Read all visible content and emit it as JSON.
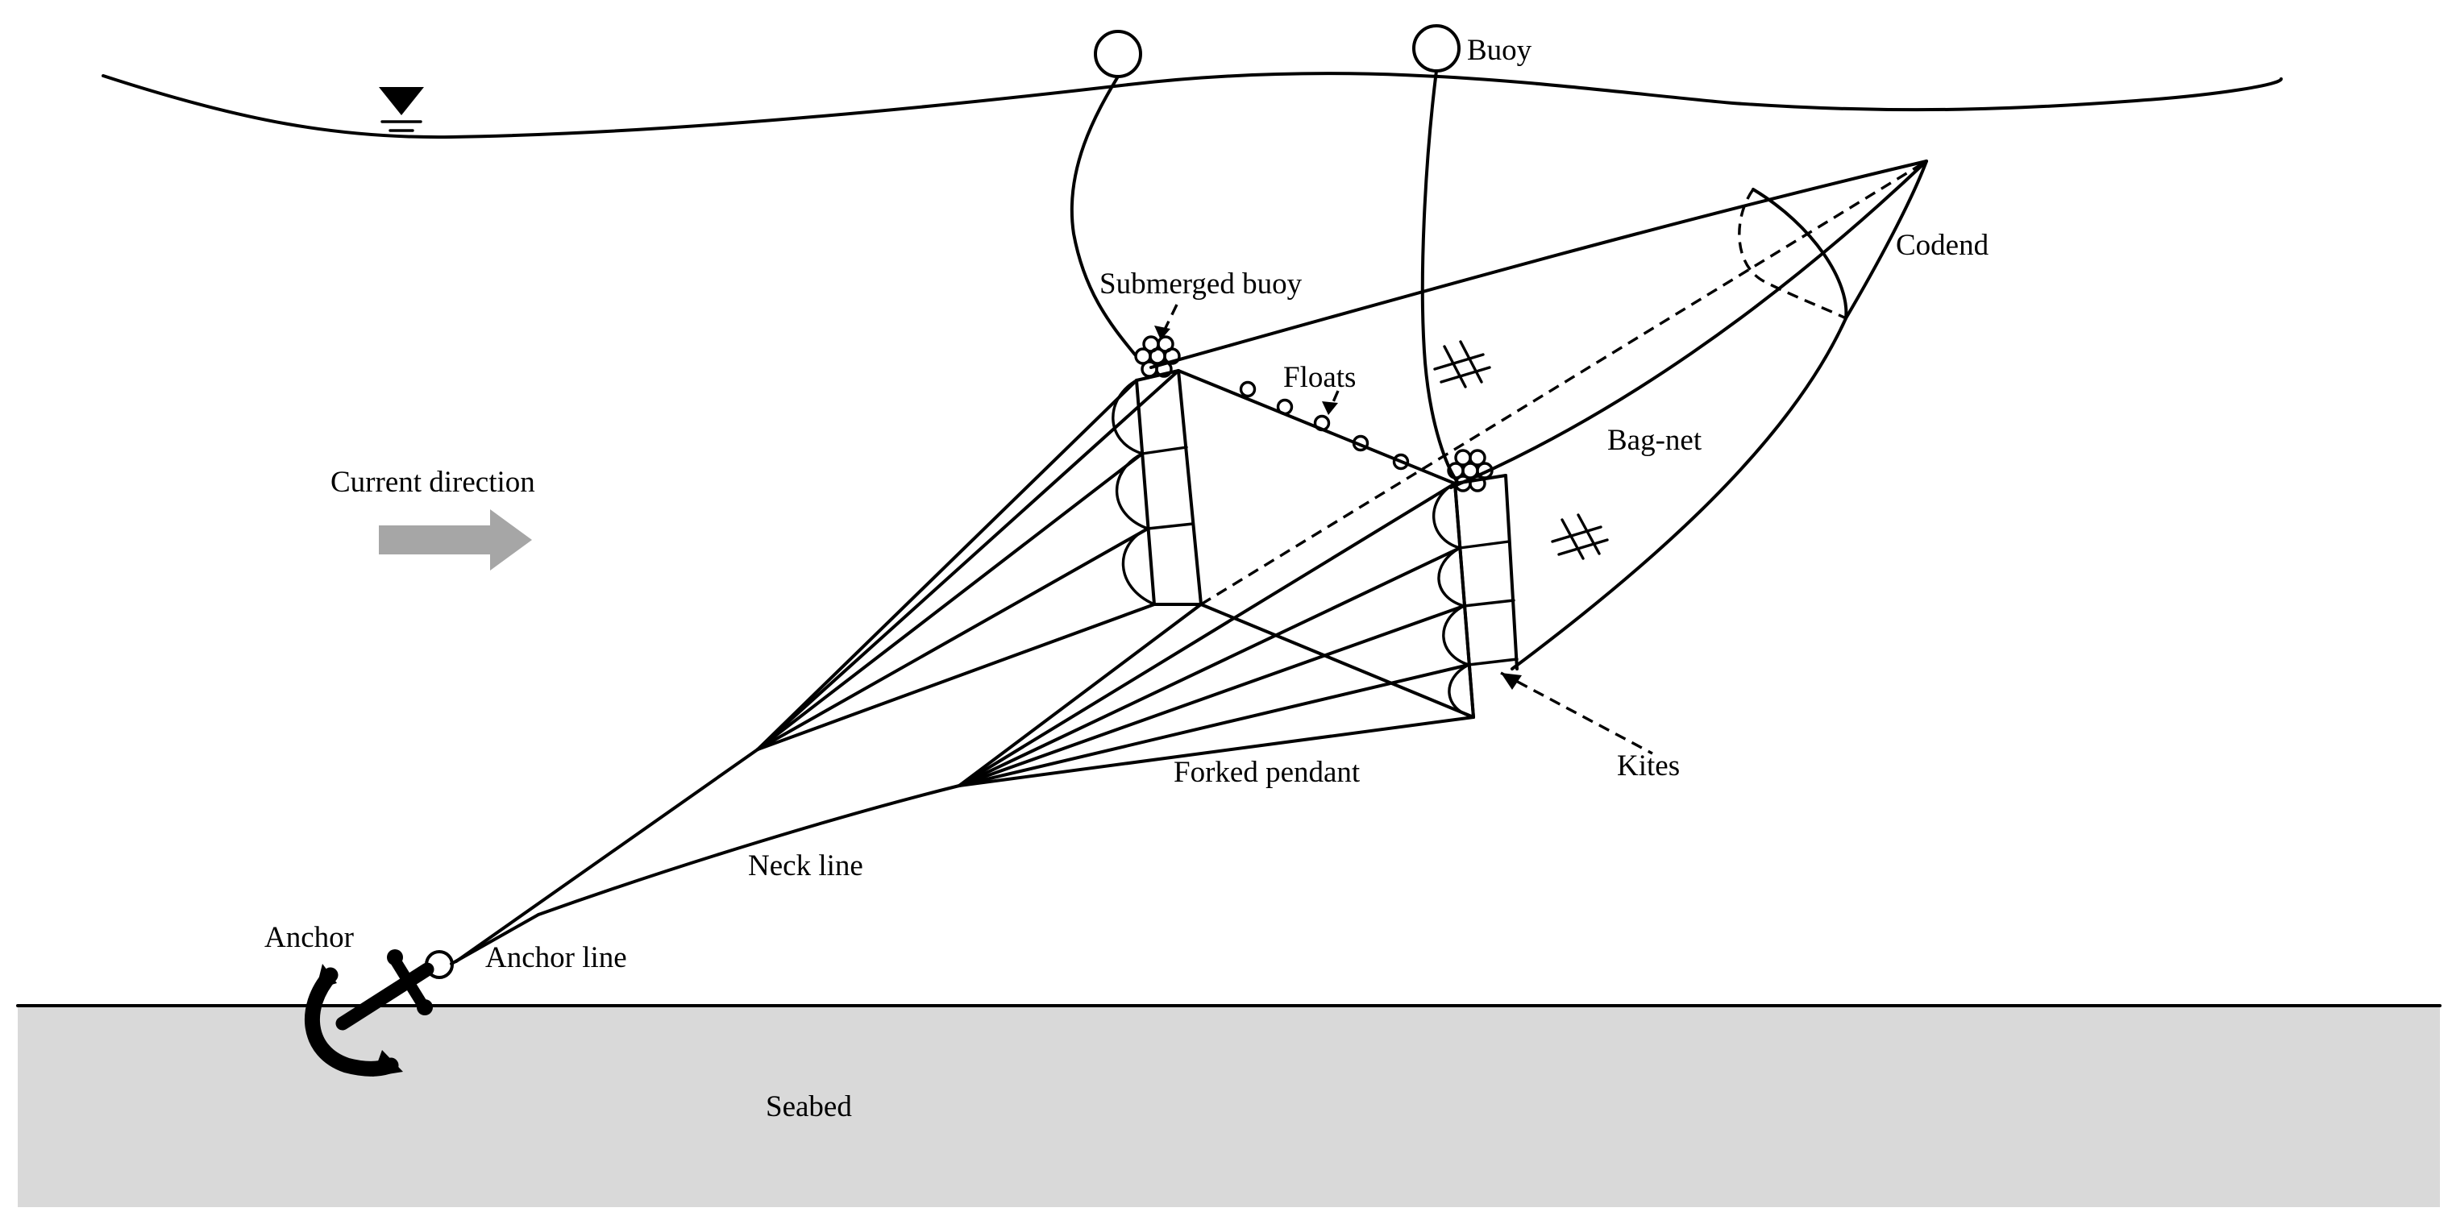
{
  "labels": {
    "buoy": "Buoy",
    "codend": "Codend",
    "submerged_buoy": "Submerged buoy",
    "floats": "Floats",
    "bag_net": "Bag-net",
    "current_direction": "Current direction",
    "kites": "Kites",
    "forked_pendant": "Forked pendant",
    "neck_line": "Neck line",
    "anchor": "Anchor",
    "anchor_line": "Anchor line",
    "seabed": "Seabed"
  },
  "colors": {
    "line": "#000000",
    "seabed_fill": "#d9d9d9",
    "current_arrow": "#a6a6a6"
  },
  "icons": [
    "water-level-icon",
    "anchor-icon",
    "current-arrow-icon",
    "mesh-icon"
  ]
}
